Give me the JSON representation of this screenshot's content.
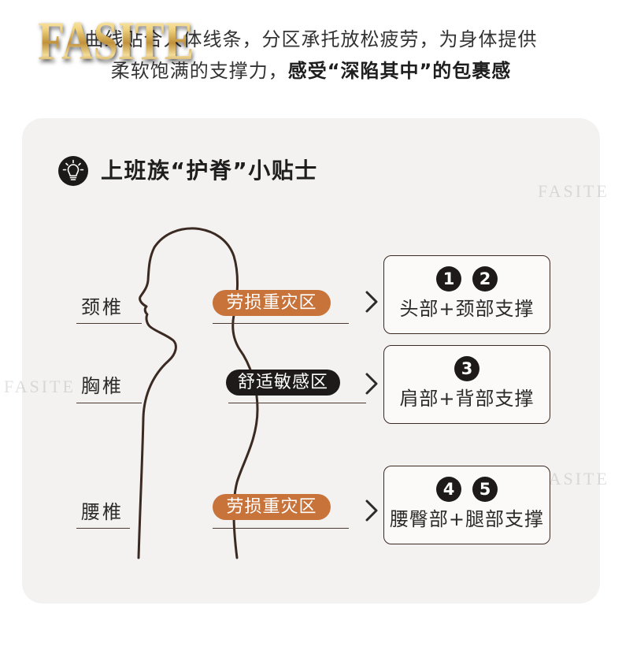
{
  "logo": "FASITE",
  "intro": {
    "line1": "曲线贴合人体线条，分区承托放松疲劳，为身体提供",
    "line2_regular": "柔软饱满的支撑力，",
    "line2_bold": "感受“深陷其中”的包裹感"
  },
  "tips": {
    "icon": "lightbulb-icon",
    "title": "上班族“护脊”小贴士",
    "figure_icon": "human-profile-icon",
    "arrow_icon": "chevron-right-icon",
    "regions": [
      {
        "label": "颈椎",
        "zone": "劳损重灾区",
        "zone_color": "#c8733a",
        "badges": [
          "1",
          "2"
        ],
        "support": "头部+颈部支撑"
      },
      {
        "label": "胸椎",
        "zone": "舒适敏感区",
        "zone_color": "#1d1a19",
        "badges": [
          "3"
        ],
        "support": "肩部+背部支撑"
      },
      {
        "label": "腰椎",
        "zone": "劳损重灾区",
        "zone_color": "#c8733a",
        "badges": [
          "4",
          "5"
        ],
        "support": "腰臀部+腿部支撑"
      }
    ]
  },
  "watermark": "FASITE",
  "colors": {
    "text": "#2b2b2b",
    "outline": "#3b2a22",
    "card_background": "#f3f2f0",
    "badge": "#1d1a19",
    "logo_gold": "#d8b25a"
  }
}
